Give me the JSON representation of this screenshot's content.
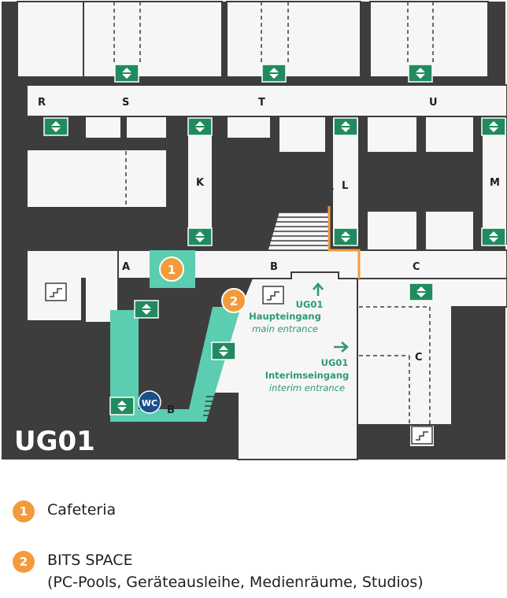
{
  "map": {
    "floor_label": "UG01",
    "sections": {
      "R": "R",
      "S": "S",
      "T": "T",
      "U": "U",
      "K": "K",
      "L": "L",
      "M": "M",
      "A": "A",
      "B_corridor": "B",
      "C_corridor": "C",
      "C_room": "C",
      "B_green": "B"
    },
    "markers": {
      "m1": "1",
      "m2": "2"
    },
    "wc_label": "WC",
    "main_entrance": {
      "level": "UG01",
      "title": "Haupteingang",
      "subtitle": "main entrance"
    },
    "interim_entrance": {
      "level": "UG01",
      "title": "Interimseingang",
      "subtitle": "interim entrance"
    },
    "colors": {
      "wall": "#3d3d3d",
      "floor": "#f6f6f6",
      "accent_green": "#5bcdb0",
      "elevator_green": "#1f8b5f",
      "marker_orange": "#f39b3c",
      "wc_blue": "#1b4f8a",
      "text_green": "#2e9a70"
    }
  },
  "legend": [
    {
      "number": "1",
      "title": "Cafeteria",
      "subtitle": ""
    },
    {
      "number": "2",
      "title": "BITS SPACE",
      "subtitle": "(PC-Pools, Geräteausleihe, Medienräume, Studios)"
    }
  ]
}
